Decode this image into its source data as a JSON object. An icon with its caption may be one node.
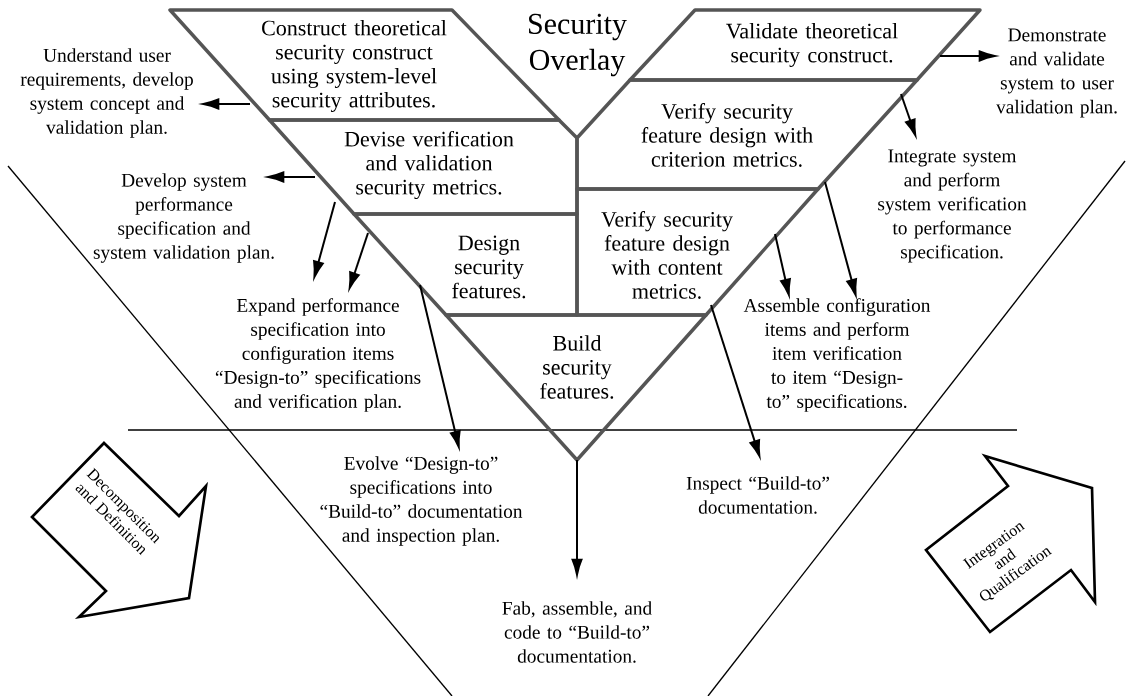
{
  "diagram": {
    "title": "Security Overlay",
    "nodes": [
      {
        "text": [
          "Construct theoretical security construct using system-level security attributes."
        ]
      },
      {
        "text": [
          "Validate theoretical security construct."
        ]
      },
      {
        "text": [
          "Devise verification and validation security metrics."
        ]
      },
      {
        "text": [
          "Verify security feature design with criterion metrics."
        ]
      },
      {
        "text": [
          "Design security features."
        ]
      },
      {
        "text": [
          "Verify security feature design with content metrics."
        ]
      },
      {
        "text": [
          "Build security features."
        ]
      },
      {
        "text": [
          "Understand user requirements, develop system concept and validation plan."
        ]
      },
      {
        "text": [
          "Develop system performance specification and system validation plan."
        ]
      },
      {
        "text": [
          "Expand performance specification into configuration items “Design-to” specifications and verification plan."
        ]
      },
      {
        "text": [
          "Evolve “Design-to” specifications into “Build-to” documentation and inspection plan."
        ]
      },
      {
        "text": [
          "Fab, assemble, and code to “Build-to” documentation."
        ]
      },
      {
        "text": [
          "Demonstrate and validate system to user validation plan."
        ]
      },
      {
        "text": [
          "Integrate system and perform system verification to performance specification."
        ]
      },
      {
        "text": [
          "Assemble configuration items and perform item verification to item “Design-to” specifications."
        ]
      },
      {
        "text": [
          "Inspect “Build-to” documentation."
        ]
      },
      {
        "text": [
          "Decomposition and Definition"
        ]
      },
      {
        "text": [
          "Integration and Qualification"
        ]
      }
    ],
    "edges": [
      {
        "from": 0,
        "to": 7,
        "arrow": "to"
      },
      {
        "from": 2,
        "to": 8,
        "arrow": "to"
      },
      {
        "from": 2,
        "to": 9,
        "arrow": "to"
      },
      {
        "from": 4,
        "to": 9,
        "arrow": "to"
      },
      {
        "from": 4,
        "to": 10,
        "arrow": "to"
      },
      {
        "from": 6,
        "to": 11,
        "arrow": "to"
      },
      {
        "from": 1,
        "to": 12,
        "arrow": "to"
      },
      {
        "from": 3,
        "to": 13,
        "arrow": "to"
      },
      {
        "from": 3,
        "to": 14,
        "arrow": "to"
      },
      {
        "from": 5,
        "to": 14,
        "arrow": "to"
      },
      {
        "from": 5,
        "to": 15,
        "arrow": "to"
      }
    ]
  }
}
